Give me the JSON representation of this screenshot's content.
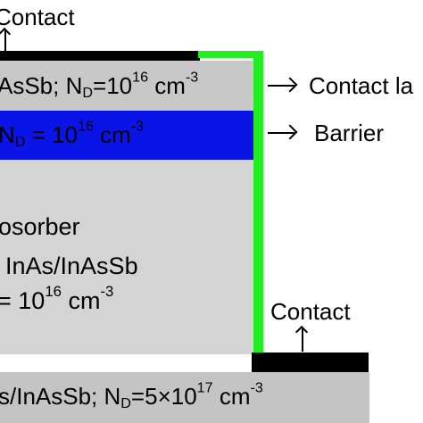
{
  "labels": {
    "top_contact": "Contact",
    "contact_layer_label": "Contact la",
    "barrier_label": "Barrier",
    "right_contact": "Contact"
  },
  "layers": {
    "contact_layer": {
      "text_pre": "AsSb; N",
      "text_sub": "D",
      "text_mid": "=10",
      "text_sup1": "16",
      "text_unit": " cm",
      "text_sup2": "-3"
    },
    "barrier": {
      "text_pre": "N",
      "text_sub": "D",
      "text_mid": " = 10",
      "text_sup1": "16",
      "text_unit": " cm",
      "text_sup2": "-3"
    },
    "absorber": {
      "line1": "osorber",
      "line2": "InAs/InAsSb",
      "line3_pre": "= 10",
      "line3_sup1": "16",
      "line3_unit": " cm",
      "line3_sup2": "-3"
    },
    "substrate": {
      "text_pre": "s/InAsSb; N",
      "text_sub": "D",
      "text_mid": "=5×10",
      "text_sup1": "17",
      "text_unit": " cm",
      "text_sup2": "-3"
    }
  },
  "colors": {
    "contact_layer": "#c8c8c8",
    "barrier": "#0a14e6",
    "absorber": "#d4d4d4",
    "substrate": "#c4c4c4",
    "metal": "#000000",
    "passivation": "#22ee22"
  }
}
